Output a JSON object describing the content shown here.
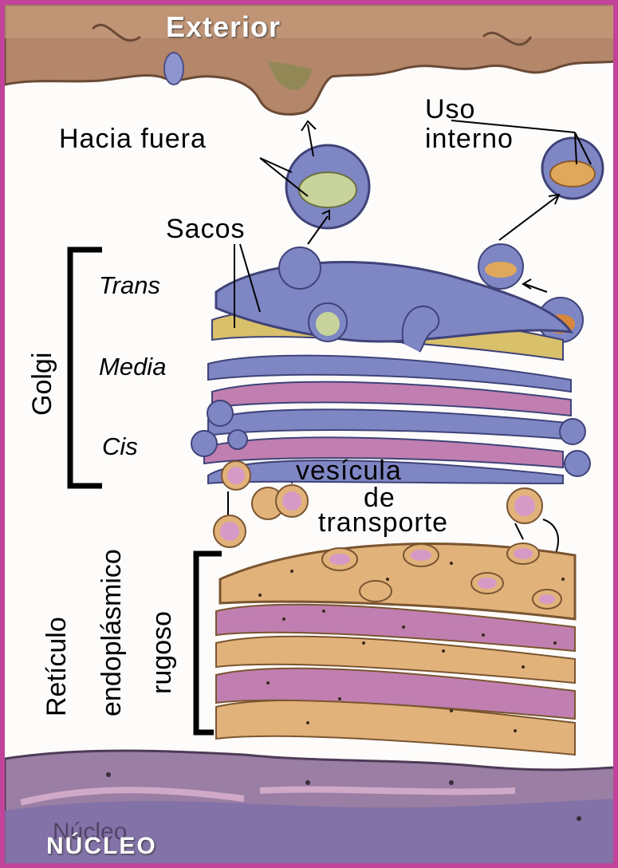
{
  "labels": {
    "exterior": "Exterior",
    "hacia_fuera": "Hacia fuera",
    "uso_line1": "Uso",
    "uso_line2": "interno",
    "sacos": "Sacos",
    "trans": "Trans",
    "media": "Media",
    "cis": "Cis",
    "golgi": "Golgi",
    "vesicula_line1": "vesícula",
    "vesicula_line2": "de",
    "vesicula_line3": "transporte",
    "reticulo_line1": "Retículo",
    "reticulo_line2": "endoplásmico",
    "reticulo_line3": "rugoso",
    "nucleo_faint": "Núcleo",
    "nucleo": "NÚCLEO"
  },
  "colors": {
    "frame": "#c2449a",
    "membrane": "#a97a5c",
    "golgi": "#7f86c4",
    "vesicle_lumen": "#d69ac6",
    "er": "#e2b27b",
    "nucleus": "#8d6e92"
  }
}
